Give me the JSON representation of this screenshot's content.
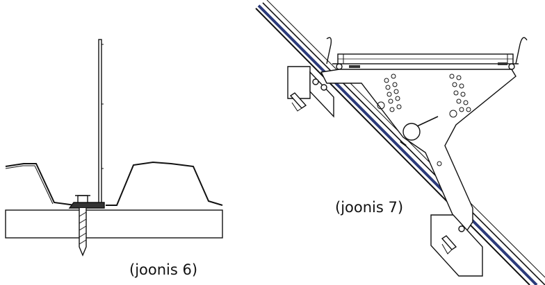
{
  "figures": [
    {
      "id": "figure-6",
      "caption": "(joonis 6)"
    },
    {
      "id": "figure-7",
      "caption": "(joonis 7)"
    }
  ],
  "colors": {
    "line": "#111111",
    "rail_fill": "#2b3a7a",
    "background": "#ffffff"
  }
}
